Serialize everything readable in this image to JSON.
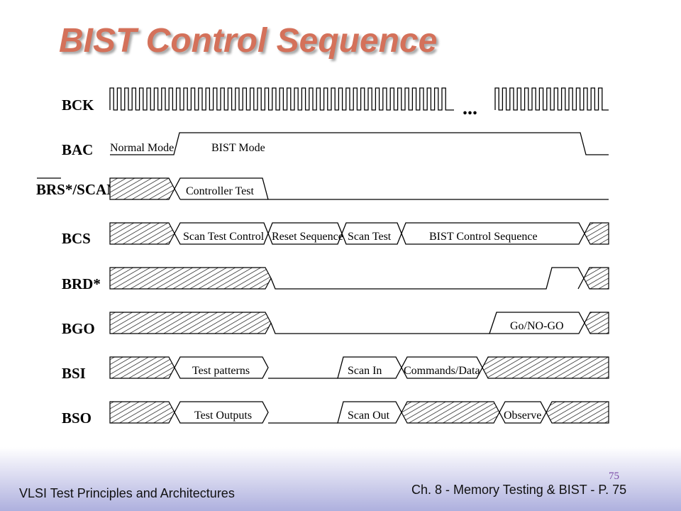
{
  "title": "BIST Control Sequence",
  "signals": [
    "BCK",
    "BAC",
    "BRS*/SCAN",
    "BCS",
    "BRD*",
    "BGO",
    "BSI",
    "BSO"
  ],
  "clock_ellipsis": "...",
  "phases": {
    "bac_normal": "Normal Mode",
    "bac_bist": "BIST Mode",
    "brs_controller": "Controller Test",
    "bcs_scan_test_control": "Scan Test Control",
    "bcs_reset": "Reset Sequence",
    "bcs_scan_test": "Scan Test",
    "bcs_bist_control": "BIST Control Sequence",
    "bgo_gonogo": "Go/NO-GO",
    "bsi_test_patterns": "Test patterns",
    "bsi_scan_in": "Scan In",
    "bsi_commands": "Commands/Data",
    "bso_test_outputs": "Test Outputs",
    "bso_scan_out": "Scan Out",
    "bso_observe": "Observe"
  },
  "footer": {
    "left": "VLSI Test Principles and Architectures",
    "right": "Ch. 8 - Memory Testing & BIST - P. 75",
    "page_small": "75"
  },
  "colors": {
    "title": "#d4715a",
    "page_small": "#7a4aa5",
    "footer_gradient_end": "#aeb0de"
  }
}
